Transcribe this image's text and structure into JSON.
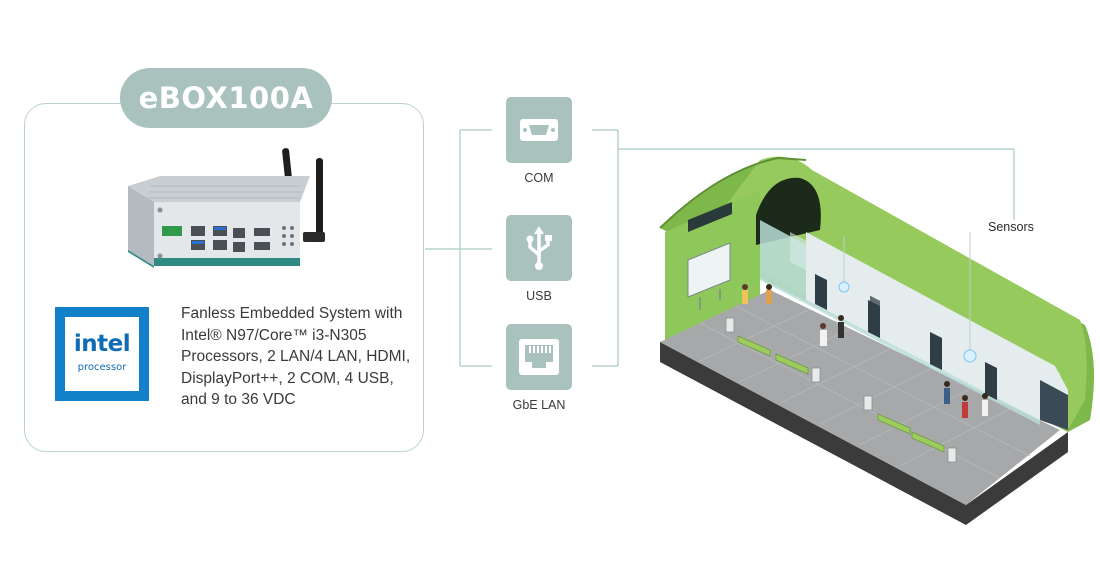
{
  "product": {
    "name": "eBOX100A",
    "description": "Fanless Embedded System with Intel® N97/Core™ i3-N305 Processors, 2 LAN/4 LAN, HDMI, DisplayPort++, 2 COM, 4 USB, and 9 to 36 VDC"
  },
  "intel_badge": {
    "word": "intel",
    "sub": "processor",
    "color": "#1281c9"
  },
  "interfaces": [
    {
      "label": "COM",
      "icon": "serial-port-icon"
    },
    {
      "label": "USB",
      "icon": "usb-icon"
    },
    {
      "label": "GbE LAN",
      "icon": "ethernet-port-icon"
    }
  ],
  "scene": {
    "sensors_label": "Sensors"
  },
  "colors": {
    "accent": "#a9c2be",
    "line": "#b9d3cf",
    "tunnel": "#8bc34a"
  }
}
